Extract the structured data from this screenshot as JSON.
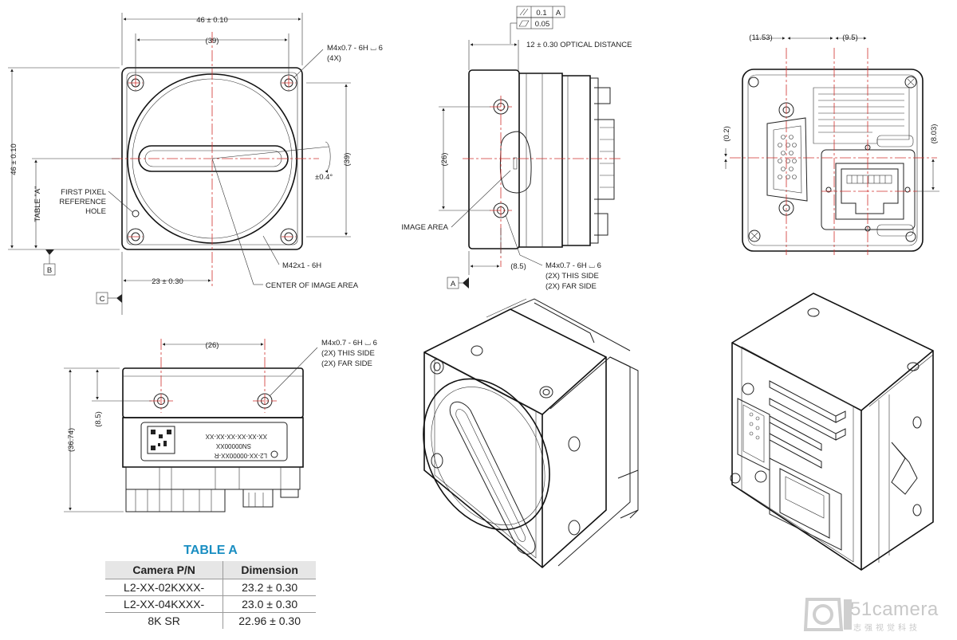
{
  "front_view": {
    "width_dim": "46 ± 0.10",
    "inner_dim": "(39)",
    "height_dim": "46 ± 0.10",
    "table_ref": "TABLE \"A\"",
    "right_dim": "(39)",
    "tilt_dim": "±0.4°",
    "bottom_dim": "23 ± 0.30",
    "hole_callout": [
      "M4x0.7 - 6H ⌴ 6",
      "(4X)"
    ],
    "first_pixel": [
      "FIRST PIXEL",
      "REFERENCE",
      "HOLE"
    ],
    "mount_label": "M42x1 - 6H",
    "center_label": "CENTER OF IMAGE AREA",
    "datum_b": "B",
    "datum_c": "C"
  },
  "side_view": {
    "parallel_tol": "0.1",
    "parallel_datum": "A",
    "flatness_tol": "0.05",
    "optical_dim": "12 ± 0.30 OPTICAL DISTANCE",
    "height_dim": "(26)",
    "image_area": "IMAGE AREA",
    "bottom_dim": "(8.5)",
    "hole_callout": [
      "M4x0.7 - 6H ⌴ 6",
      "(2X) THIS SIDE",
      "(2X) FAR SIDE"
    ],
    "datum_a": "A"
  },
  "rear_view": {
    "left_dim": "(11.53)",
    "right_dim": "(9.5)",
    "offset_left": "(0.2)",
    "offset_right": "(8.03)"
  },
  "bottom_view": {
    "hole_spacing": "(26)",
    "hole_callout": [
      "M4x0.7 - 6H ⌴ 6",
      "(2X) THIS SIDE",
      "(2X) FAR SIDE"
    ],
    "height_small": "(8.5)",
    "height_total": "(36.74)",
    "label_lines": [
      "XX-XX-XX-XX-XX-XX",
      "SN00000XX",
      "L2-XX-00000XX-R"
    ]
  },
  "table_a": {
    "title": "TABLE A",
    "headers": [
      "Camera P/N",
      "Dimension"
    ],
    "rows": [
      [
        "L2-XX-02KXXX-",
        "23.2 ± 0.30"
      ],
      [
        "L2-XX-04KXXX-",
        "23.0 ± 0.30"
      ],
      [
        "8K SR",
        "22.96 ± 0.30"
      ]
    ]
  },
  "watermark": {
    "text": "51camera",
    "subtext": "志强视觉科技"
  }
}
